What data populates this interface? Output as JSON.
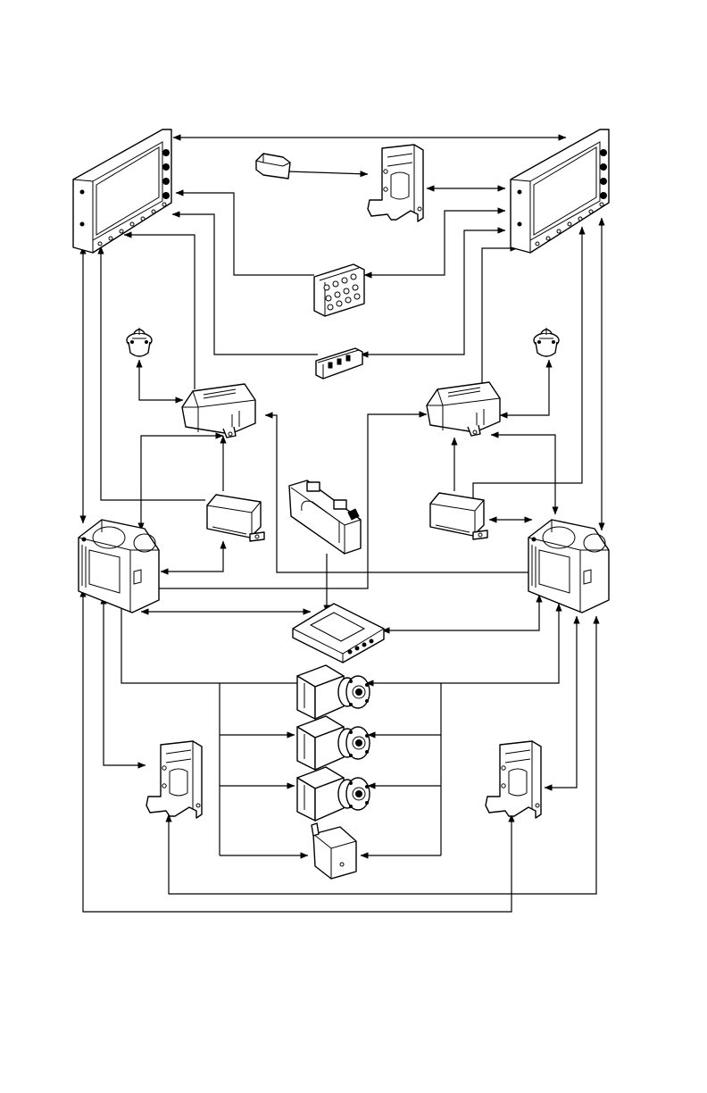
{
  "colors": {
    "line": "#000000",
    "background": "#ffffff",
    "equipment_fill": "#ffffff"
  },
  "equipment": [
    {
      "id": "display-left",
      "icon": "display-unit-icon"
    },
    {
      "id": "display-right",
      "icon": "display-unit-icon"
    },
    {
      "id": "remote-control",
      "icon": "small-module-icon"
    },
    {
      "id": "tray-top-center",
      "icon": "mounting-tray-icon"
    },
    {
      "id": "control-panel-large",
      "icon": "control-panel-icon"
    },
    {
      "id": "control-panel-small",
      "icon": "control-panel-icon"
    },
    {
      "id": "antenna-left",
      "icon": "antenna-icon"
    },
    {
      "id": "antenna-right",
      "icon": "antenna-icon"
    },
    {
      "id": "receiver-left",
      "icon": "receiver-box-icon"
    },
    {
      "id": "receiver-right",
      "icon": "receiver-box-icon"
    },
    {
      "id": "module-left",
      "icon": "small-box-icon"
    },
    {
      "id": "module-right",
      "icon": "small-box-icon"
    },
    {
      "id": "center-unit",
      "icon": "rack-unit-icon"
    },
    {
      "id": "computer-left",
      "icon": "computer-unit-icon"
    },
    {
      "id": "computer-right",
      "icon": "computer-unit-icon"
    },
    {
      "id": "hub-unit",
      "icon": "flat-hub-icon"
    },
    {
      "id": "sensor-1",
      "icon": "sensor-cylinder-icon"
    },
    {
      "id": "sensor-2",
      "icon": "sensor-cylinder-icon"
    },
    {
      "id": "sensor-3",
      "icon": "sensor-cylinder-icon"
    },
    {
      "id": "junction-box",
      "icon": "junction-box-icon"
    },
    {
      "id": "tray-lower-left",
      "icon": "mounting-tray-icon"
    },
    {
      "id": "tray-lower-right",
      "icon": "mounting-tray-icon"
    }
  ]
}
